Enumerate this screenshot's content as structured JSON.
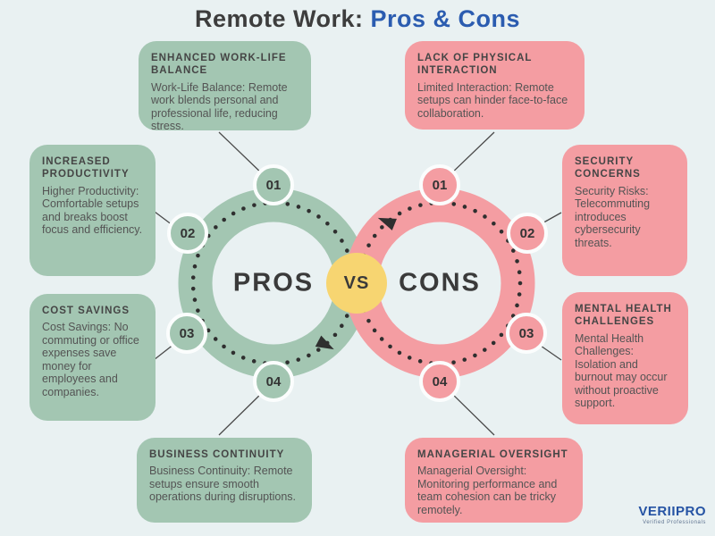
{
  "title": {
    "prefix": "Remote Work: ",
    "highlight": "Pros & Cons"
  },
  "diagram": {
    "vs": "VS",
    "pros": {
      "label": "PROS",
      "items": [
        {
          "number": "01",
          "heading": "ENHANCED WORK-LIFE BALANCE",
          "body": "Work-Life Balance: Remote work blends personal and professional life, reducing stress."
        },
        {
          "number": "02",
          "heading": "INCREASED PRODUCTIVITY",
          "body": "Higher Productivity: Comfortable setups and breaks boost focus and efficiency."
        },
        {
          "number": "03",
          "heading": "COST SAVINGS",
          "body": "Cost Savings: No commuting or office expenses save money for employees and companies."
        },
        {
          "number": "04",
          "heading": "BUSINESS CONTINUITY",
          "body": "Business Continuity: Remote setups ensure smooth operations during disruptions."
        }
      ]
    },
    "cons": {
      "label": "CONS",
      "items": [
        {
          "number": "01",
          "heading": "LACK OF PHYSICAL INTERACTION",
          "body": "Limited Interaction: Remote setups can hinder face-to-face collaboration."
        },
        {
          "number": "02",
          "heading": "SECURITY CONCERNS",
          "body": "Security Risks: Telecommuting introduces cybersecurity threats."
        },
        {
          "number": "03",
          "heading": "MENTAL HEALTH CHALLENGES",
          "body": "Mental Health Challenges: Isolation and burnout may occur without proactive support."
        },
        {
          "number": "04",
          "heading": "MANAGERIAL OVERSIGHT",
          "body": "Managerial Oversight: Monitoring performance and team cohesion can be tricky remotely."
        }
      ]
    }
  },
  "branding": {
    "logo": "VERIIPRO",
    "tagline": "Verified Professionals"
  },
  "colors": {
    "background": "#e9f1f2",
    "pros_green": "#a3c6b2",
    "cons_pink": "#f49da2",
    "vs_yellow": "#f7d571",
    "title_blue": "#2b5cb0",
    "text_dark": "#454545"
  }
}
